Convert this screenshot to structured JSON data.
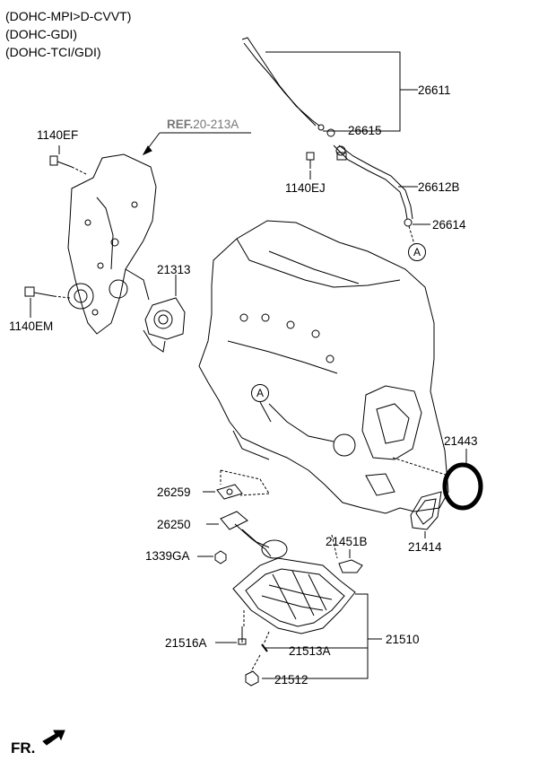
{
  "engine_variants": [
    "(DOHC-MPI>D-CVVT)",
    "(DOHC-GDI)",
    "(DOHC-TCI/GDI)"
  ],
  "reference": {
    "prefix": "REF.",
    "code": "20-213A"
  },
  "part_labels": {
    "p26611": "26611",
    "p26615": "26615",
    "p26612B": "26612B",
    "p1140EJ": "1140EJ",
    "p26614": "26614",
    "p1140EF": "1140EF",
    "p1140EM": "1140EM",
    "p21313": "21313",
    "p21443": "21443",
    "p21414": "21414",
    "p26259": "26259",
    "p26250": "26250",
    "p1339GA": "1339GA",
    "p21451B": "21451B",
    "p21510": "21510",
    "p21516A": "21516A",
    "p21513A": "21513A",
    "p21512": "21512"
  },
  "connector_marker": "A",
  "front_label": "FR."
}
